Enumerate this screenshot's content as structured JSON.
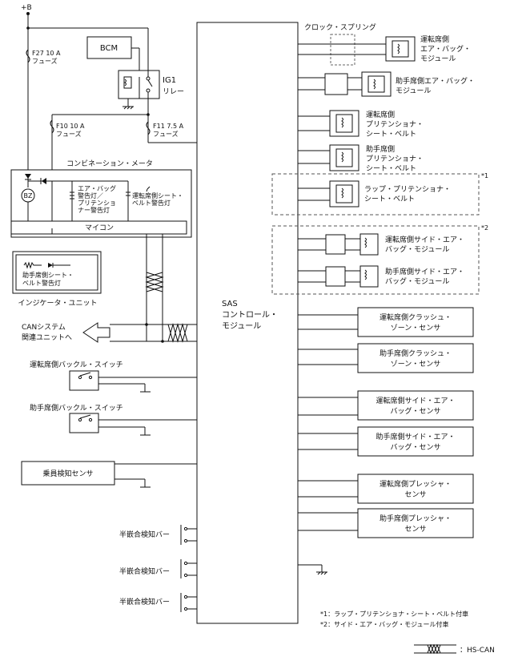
{
  "power": {
    "b_plus": "+B"
  },
  "fuses": {
    "f27": [
      "F27 10 A",
      "フューズ"
    ],
    "f10": [
      "F10 10 A",
      "フューズ"
    ],
    "f11": [
      "F11 7.5 A",
      "フューズ"
    ]
  },
  "bcm": "BCM",
  "ig1": [
    "IG1",
    "リレー"
  ],
  "meter": {
    "title": "コンビネーション・メータ",
    "bz": "BZ",
    "lamp1": [
      "エア・バッグ",
      "警告灯／",
      "プリテンショ",
      "ナー警告灯"
    ],
    "lamp2": [
      "運転席側シート・",
      "ベルト警告灯"
    ],
    "micon": "マイコン"
  },
  "indicator": {
    "lamp": [
      "助手席側シート・",
      "ベルト警告灯"
    ],
    "label": "インジケータ・ユニット"
  },
  "can": [
    "CANシステム",
    "関連ユニットへ"
  ],
  "switches": {
    "driver_buckle": "運転席側バックル・スイッチ",
    "passenger_buckle": "助手席側バックル・スイッチ"
  },
  "occupant_sensor": "乗員検知センサ",
  "half_fit": [
    "半嵌合検知バー",
    "半嵌合検知バー",
    "半嵌合検知バー"
  ],
  "sas": [
    "SAS",
    "コントロール・",
    "モジュール"
  ],
  "clock_spring": "クロック・スプリング",
  "modules": {
    "driver_airbag": [
      "運転席側",
      "エア・バッグ・",
      "モジュール"
    ],
    "passenger_airbag": [
      "助手席側エア・バッグ・",
      "モジュール"
    ],
    "driver_pret": [
      "運転席側",
      "プリテンショナ・",
      "シート・ベルト"
    ],
    "passenger_pret": [
      "助手席側",
      "プリテンショナ・",
      "シート・ベルト"
    ],
    "lap_pret": [
      "ラップ・プリテンショナ・",
      "シート・ベルト"
    ],
    "driver_side": [
      "運転席側サイド・エア・",
      "バッグ・モジュール"
    ],
    "passenger_side": [
      "助手席側サイド・エア・",
      "バッグ・モジュール"
    ]
  },
  "sensors": {
    "driver_crash": [
      "運転席側クラッシュ・",
      "ゾーン・センサ"
    ],
    "passenger_crash": [
      "助手席側クラッシュ・",
      "ゾーン・センサ"
    ],
    "driver_side": [
      "運転席側サイド・エア・",
      "バッグ・センサ"
    ],
    "passenger_side": [
      "助手席側サイド・エア・",
      "バッグ・センサ"
    ],
    "driver_pressure": [
      "運転席側プレッシャ・",
      "センサ"
    ],
    "passenger_pressure": [
      "助手席側プレッシャ・",
      "センサ"
    ]
  },
  "marks": {
    "m1": "*1",
    "m2": "*2"
  },
  "notes": [
    "*1：ラップ・プリテンショナ・シート・ベルト付車",
    "*2：サイド・エア・バッグ・モジュール付車"
  ],
  "legend": "：HS-CAN"
}
